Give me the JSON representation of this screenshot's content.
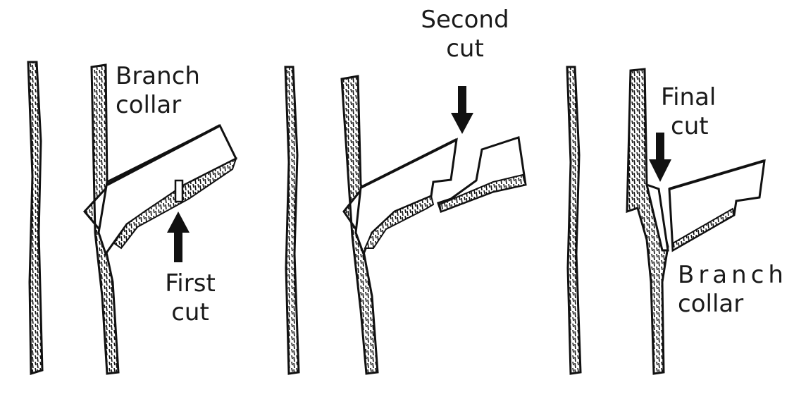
{
  "panels": [
    {
      "labels": {
        "collar_line1": "Branch",
        "collar_line2": "collar",
        "cut_line1": "First",
        "cut_line2": "cut"
      }
    },
    {
      "labels": {
        "cut_line1": "Second",
        "cut_line2": "cut"
      }
    },
    {
      "labels": {
        "cut_line1": "Final",
        "cut_line2": "cut",
        "collar_line1": "Branch",
        "collar_line2": "collar"
      }
    }
  ],
  "colors": {
    "ink": "#111111",
    "background": "#ffffff"
  }
}
